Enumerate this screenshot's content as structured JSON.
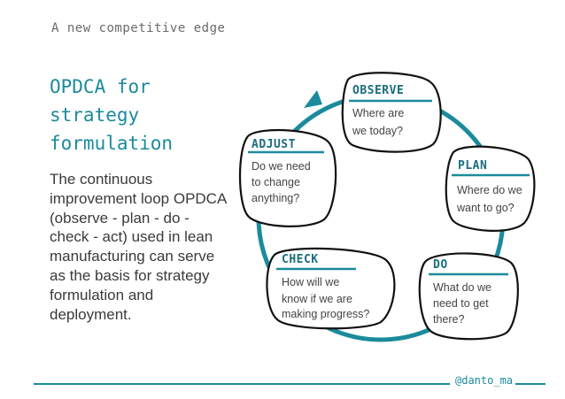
{
  "header": {
    "subtitle": "A new competitive edge"
  },
  "title": {
    "line1": "OPDCA for",
    "line2": "strategy",
    "line3": "formulation"
  },
  "body": "The continuous improvement loop OPDCA (observe - plan - do - check - act) used in lean manufacturing can serve as the basis for strategy formulation and deployment.",
  "cycle": {
    "observe": {
      "label": "OBSERVE",
      "line1": "Where are",
      "line2": "we today?"
    },
    "plan": {
      "label": "PLAN",
      "line1": "Where do we",
      "line2": "want to go?"
    },
    "do": {
      "label": "DO",
      "line1": "What do we",
      "line2": "need to get",
      "line3": "there?"
    },
    "check": {
      "label": "CHECK",
      "line1": "How will we",
      "line2": "know if we are",
      "line3": "making progress?"
    },
    "adjust": {
      "label": "ADJUST",
      "line1": "Do we need",
      "line2": "to change",
      "line3": "anything?"
    }
  },
  "footer": {
    "handle": "@danto_ma"
  },
  "colors": {
    "accent": "#1b8b9c",
    "text": "#3a3a3a"
  }
}
